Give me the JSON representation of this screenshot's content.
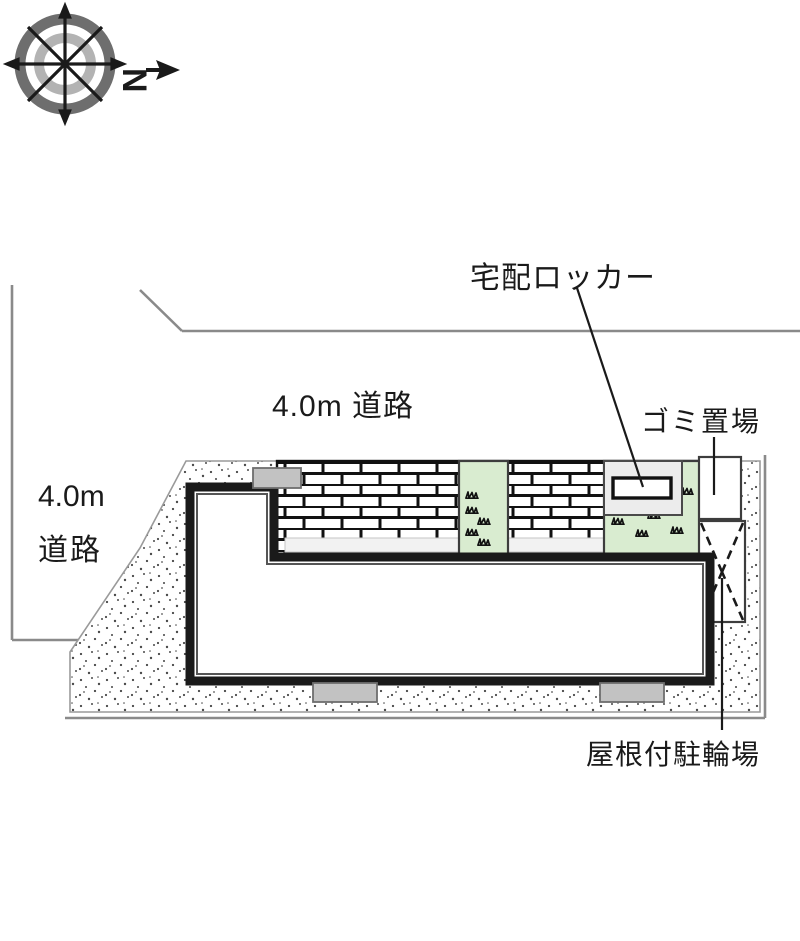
{
  "diagram": {
    "type": "architectural-site-plan",
    "title": "",
    "orientation": {
      "compass_label": "N",
      "north_direction": "right",
      "icon": "compass-rose-icon"
    },
    "labels": {
      "delivery_locker": "宅配ロッカー",
      "garbage_area": "ゴミ置場",
      "covered_bicycle_parking": "屋根付駐輪場",
      "road_top": "4.0m 道路",
      "road_left_line1": "4.0m",
      "road_left_line2": "道路"
    },
    "colors": {
      "planting_green": "#d9ecd0",
      "planting_border": "#4d4d4d",
      "building_outline": "#1a1a1a",
      "ground_stipple": "#555555",
      "site_boundary": "#808080",
      "locker_fill": "#ececec",
      "block_fill": "#c2c2c2",
      "compass_outer_ring": "#6e6e6e",
      "compass_inner_ring": "#b3b3b3"
    },
    "features": [
      {
        "name": "building-footprint",
        "description": "main apartment building outline"
      },
      {
        "name": "brick-paving",
        "description": "brick-pattern paved approach"
      },
      {
        "name": "planting-strip",
        "description": "green planting bed with grass tufts"
      },
      {
        "name": "delivery-locker",
        "description": "宅配ロッカー unit"
      },
      {
        "name": "garbage-area",
        "description": "ゴミ置場 enclosure"
      },
      {
        "name": "bicycle-parking",
        "description": "屋根付駐輪場 with roof"
      },
      {
        "name": "ground-stipple",
        "description": "stippled unpaved ground"
      }
    ]
  }
}
